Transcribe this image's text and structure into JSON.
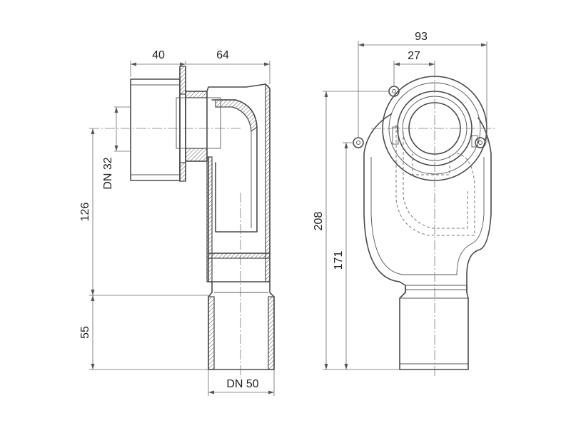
{
  "side_view": {
    "dim_top_left": "40",
    "dim_top_right": "64",
    "dim_inlet_label": "DN 32",
    "dim_height_upper": "126",
    "dim_height_lower": "55",
    "dim_outlet_label": "DN 50"
  },
  "front_view": {
    "dim_total_width": "93",
    "dim_inner_width": "27",
    "dim_total_height": "208",
    "dim_inlet_height": "171"
  }
}
